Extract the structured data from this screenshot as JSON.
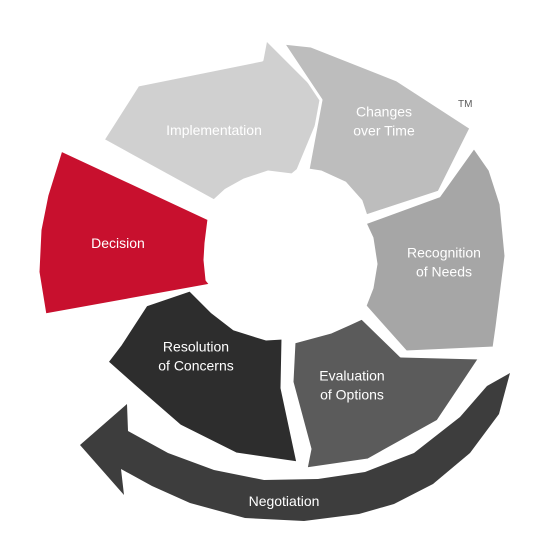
{
  "cycle": {
    "stages": [
      {
        "id": "implementation",
        "lines": [
          "Implementation"
        ],
        "color": "#d0d0d0"
      },
      {
        "id": "changes-over-time",
        "lines": [
          "Changes",
          "over Time"
        ],
        "color": "#bdbdbd"
      },
      {
        "id": "recognition-of-needs",
        "lines": [
          "Recognition",
          "of Needs"
        ],
        "color": "#a6a6a6"
      },
      {
        "id": "evaluation-of-options",
        "lines": [
          "Evaluation",
          "of Options"
        ],
        "color": "#5b5b5b"
      },
      {
        "id": "resolution-of-concerns",
        "lines": [
          "Resolution",
          "of Concerns"
        ],
        "color": "#2d2d2d"
      },
      {
        "id": "decision",
        "lines": [
          "Decision"
        ],
        "color": "#c8102e"
      }
    ],
    "trademark": "TM",
    "negotiation": {
      "label": "Negotiation",
      "color": "#3d3d3d"
    }
  }
}
